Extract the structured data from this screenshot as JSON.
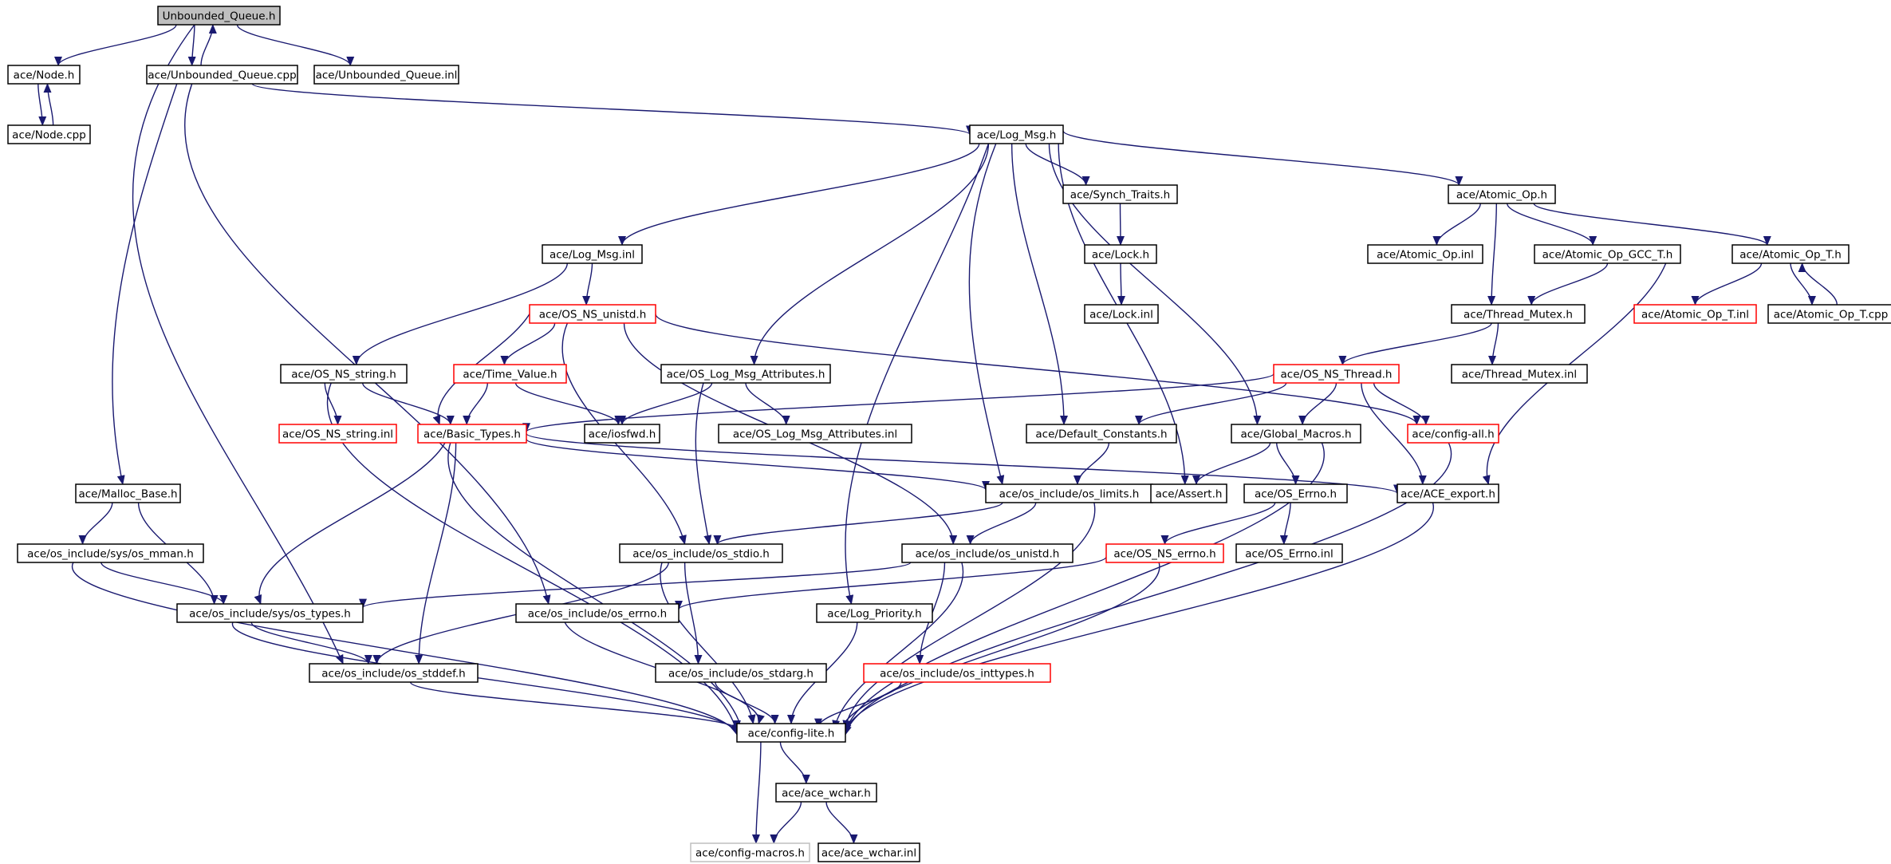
{
  "diagram": {
    "type": "include-dependency-graph",
    "colors": {
      "edge": "#191970",
      "border_normal": "#000000",
      "border_truncated": "#ff0000",
      "border_external": "#bfbfbf",
      "root_fill": "#bfbfbf",
      "text": "#000000"
    },
    "nodes": [
      {
        "id": "unbounded_queue_h",
        "label": "Unbounded_Queue.h",
        "style": "root"
      },
      {
        "id": "node_h",
        "label": "ace/Node.h",
        "style": "normal"
      },
      {
        "id": "unbounded_queue_cpp",
        "label": "ace/Unbounded_Queue.cpp",
        "style": "normal"
      },
      {
        "id": "unbounded_queue_inl",
        "label": "ace/Unbounded_Queue.inl",
        "style": "normal"
      },
      {
        "id": "node_cpp",
        "label": "ace/Node.cpp",
        "style": "normal"
      },
      {
        "id": "log_msg_h",
        "label": "ace/Log_Msg.h",
        "style": "normal"
      },
      {
        "id": "synch_traits_h",
        "label": "ace/Synch_Traits.h",
        "style": "normal"
      },
      {
        "id": "atomic_op_h",
        "label": "ace/Atomic_Op.h",
        "style": "normal"
      },
      {
        "id": "log_msg_inl",
        "label": "ace/Log_Msg.inl",
        "style": "normal"
      },
      {
        "id": "lock_h",
        "label": "ace/Lock.h",
        "style": "normal"
      },
      {
        "id": "atomic_op_inl",
        "label": "ace/Atomic_Op.inl",
        "style": "normal"
      },
      {
        "id": "atomic_op_gcc_t_h",
        "label": "ace/Atomic_Op_GCC_T.h",
        "style": "normal"
      },
      {
        "id": "atomic_op_t_h",
        "label": "ace/Atomic_Op_T.h",
        "style": "normal"
      },
      {
        "id": "os_ns_unistd_h",
        "label": "ace/OS_NS_unistd.h",
        "style": "truncated"
      },
      {
        "id": "lock_inl",
        "label": "ace/Lock.inl",
        "style": "normal"
      },
      {
        "id": "thread_mutex_h",
        "label": "ace/Thread_Mutex.h",
        "style": "normal"
      },
      {
        "id": "atomic_op_t_inl",
        "label": "ace/Atomic_Op_T.inl",
        "style": "truncated"
      },
      {
        "id": "atomic_op_t_cpp",
        "label": "ace/Atomic_Op_T.cpp",
        "style": "normal"
      },
      {
        "id": "os_ns_string_h",
        "label": "ace/OS_NS_string.h",
        "style": "normal"
      },
      {
        "id": "time_value_h",
        "label": "ace/Time_Value.h",
        "style": "truncated"
      },
      {
        "id": "os_log_msg_attributes_h",
        "label": "ace/OS_Log_Msg_Attributes.h",
        "style": "normal"
      },
      {
        "id": "os_ns_thread_h",
        "label": "ace/OS_NS_Thread.h",
        "style": "truncated"
      },
      {
        "id": "thread_mutex_inl",
        "label": "ace/Thread_Mutex.inl",
        "style": "normal"
      },
      {
        "id": "os_ns_string_inl",
        "label": "ace/OS_NS_string.inl",
        "style": "truncated"
      },
      {
        "id": "basic_types_h",
        "label": "ace/Basic_Types.h",
        "style": "truncated"
      },
      {
        "id": "iosfwd_h",
        "label": "ace/iosfwd.h",
        "style": "normal"
      },
      {
        "id": "os_log_msg_attributes_inl",
        "label": "ace/OS_Log_Msg_Attributes.inl",
        "style": "normal"
      },
      {
        "id": "default_constants_h",
        "label": "ace/Default_Constants.h",
        "style": "normal"
      },
      {
        "id": "global_macros_h",
        "label": "ace/Global_Macros.h",
        "style": "normal"
      },
      {
        "id": "config_all_h",
        "label": "ace/config-all.h",
        "style": "truncated"
      },
      {
        "id": "malloc_base_h",
        "label": "ace/Malloc_Base.h",
        "style": "normal"
      },
      {
        "id": "os_limits_h",
        "label": "ace/os_include/os_limits.h",
        "style": "normal"
      },
      {
        "id": "assert_h",
        "label": "ace/Assert.h",
        "style": "normal"
      },
      {
        "id": "os_errno_h",
        "label": "ace/OS_Errno.h",
        "style": "normal"
      },
      {
        "id": "ace_export_h",
        "label": "ace/ACE_export.h",
        "style": "normal"
      },
      {
        "id": "os_mman_h",
        "label": "ace/os_include/sys/os_mman.h",
        "style": "normal"
      },
      {
        "id": "os_stdio_h",
        "label": "ace/os_include/os_stdio.h",
        "style": "normal"
      },
      {
        "id": "os_unistd_h",
        "label": "ace/os_include/os_unistd.h",
        "style": "normal"
      },
      {
        "id": "os_ns_errno_h",
        "label": "ace/OS_NS_errno.h",
        "style": "truncated"
      },
      {
        "id": "os_errno_inl",
        "label": "ace/OS_Errno.inl",
        "style": "normal"
      },
      {
        "id": "os_types_h",
        "label": "ace/os_include/sys/os_types.h",
        "style": "normal"
      },
      {
        "id": "os_include_os_errno_h",
        "label": "ace/os_include/os_errno.h",
        "style": "normal"
      },
      {
        "id": "log_priority_h",
        "label": "ace/Log_Priority.h",
        "style": "normal"
      },
      {
        "id": "os_stddef_h",
        "label": "ace/os_include/os_stddef.h",
        "style": "normal"
      },
      {
        "id": "os_stdarg_h",
        "label": "ace/os_include/os_stdarg.h",
        "style": "normal"
      },
      {
        "id": "os_inttypes_h",
        "label": "ace/os_include/os_inttypes.h",
        "style": "truncated"
      },
      {
        "id": "config_lite_h",
        "label": "ace/config-lite.h",
        "style": "normal"
      },
      {
        "id": "ace_wchar_h",
        "label": "ace/ace_wchar.h",
        "style": "normal"
      },
      {
        "id": "config_macros_h",
        "label": "ace/config-macros.h",
        "style": "external"
      },
      {
        "id": "ace_wchar_inl",
        "label": "ace/ace_wchar.inl",
        "style": "normal"
      }
    ],
    "edges": [
      [
        "unbounded_queue_h",
        "node_h"
      ],
      [
        "unbounded_queue_h",
        "unbounded_queue_cpp"
      ],
      [
        "unbounded_queue_h",
        "unbounded_queue_inl"
      ],
      [
        "unbounded_queue_h",
        "os_stddef_h"
      ],
      [
        "node_h",
        "node_cpp"
      ],
      [
        "node_cpp",
        "node_h"
      ],
      [
        "unbounded_queue_cpp",
        "unbounded_queue_h"
      ],
      [
        "unbounded_queue_cpp",
        "malloc_base_h"
      ],
      [
        "unbounded_queue_cpp",
        "log_msg_h"
      ],
      [
        "unbounded_queue_cpp",
        "os_include_os_errno_h"
      ],
      [
        "log_msg_h",
        "log_msg_inl"
      ],
      [
        "log_msg_h",
        "synch_traits_h"
      ],
      [
        "log_msg_h",
        "atomic_op_h"
      ],
      [
        "log_msg_h",
        "os_log_msg_attributes_h"
      ],
      [
        "log_msg_h",
        "default_constants_h"
      ],
      [
        "log_msg_h",
        "global_macros_h"
      ],
      [
        "log_msg_h",
        "os_limits_h"
      ],
      [
        "log_msg_h",
        "assert_h"
      ],
      [
        "log_msg_h",
        "log_priority_h"
      ],
      [
        "synch_traits_h",
        "lock_h"
      ],
      [
        "lock_h",
        "lock_inl"
      ],
      [
        "atomic_op_h",
        "atomic_op_inl"
      ],
      [
        "atomic_op_h",
        "atomic_op_gcc_t_h"
      ],
      [
        "atomic_op_h",
        "atomic_op_t_h"
      ],
      [
        "atomic_op_h",
        "thread_mutex_h"
      ],
      [
        "atomic_op_gcc_t_h",
        "thread_mutex_h"
      ],
      [
        "atomic_op_gcc_t_h",
        "ace_export_h"
      ],
      [
        "atomic_op_t_h",
        "atomic_op_t_inl"
      ],
      [
        "atomic_op_t_h",
        "atomic_op_t_cpp"
      ],
      [
        "atomic_op_t_cpp",
        "atomic_op_t_h"
      ],
      [
        "thread_mutex_h",
        "thread_mutex_inl"
      ],
      [
        "thread_mutex_h",
        "os_ns_thread_h"
      ],
      [
        "log_msg_inl",
        "os_ns_unistd_h"
      ],
      [
        "log_msg_inl",
        "os_ns_string_h"
      ],
      [
        "os_ns_unistd_h",
        "time_value_h"
      ],
      [
        "os_ns_unistd_h",
        "basic_types_h"
      ],
      [
        "os_ns_unistd_h",
        "config_all_h"
      ],
      [
        "os_ns_unistd_h",
        "os_stdio_h"
      ],
      [
        "os_ns_unistd_h",
        "os_unistd_h"
      ],
      [
        "time_value_h",
        "basic_types_h"
      ],
      [
        "time_value_h",
        "iosfwd_h"
      ],
      [
        "os_ns_string_h",
        "os_ns_string_inl"
      ],
      [
        "os_ns_string_h",
        "basic_types_h"
      ],
      [
        "os_ns_string_h",
        "config_lite_h"
      ],
      [
        "os_log_msg_attributes_h",
        "iosfwd_h"
      ],
      [
        "os_log_msg_attributes_h",
        "os_log_msg_attributes_inl"
      ],
      [
        "os_log_msg_attributes_h",
        "os_stdio_h"
      ],
      [
        "os_ns_thread_h",
        "basic_types_h"
      ],
      [
        "os_ns_thread_h",
        "default_constants_h"
      ],
      [
        "os_ns_thread_h",
        "global_macros_h"
      ],
      [
        "os_ns_thread_h",
        "config_all_h"
      ],
      [
        "os_ns_thread_h",
        "ace_export_h"
      ],
      [
        "basic_types_h",
        "os_limits_h"
      ],
      [
        "basic_types_h",
        "ace_export_h"
      ],
      [
        "basic_types_h",
        "os_types_h"
      ],
      [
        "basic_types_h",
        "os_stddef_h"
      ],
      [
        "basic_types_h",
        "config_lite_h"
      ],
      [
        "default_constants_h",
        "os_limits_h"
      ],
      [
        "global_macros_h",
        "assert_h"
      ],
      [
        "global_macros_h",
        "os_errno_h"
      ],
      [
        "global_macros_h",
        "config_lite_h"
      ],
      [
        "config_all_h",
        "config_lite_h"
      ],
      [
        "malloc_base_h",
        "os_mman_h"
      ],
      [
        "malloc_base_h",
        "os_types_h"
      ],
      [
        "os_limits_h",
        "os_stdio_h"
      ],
      [
        "os_limits_h",
        "os_unistd_h"
      ],
      [
        "os_limits_h",
        "config_lite_h"
      ],
      [
        "os_errno_h",
        "os_ns_errno_h"
      ],
      [
        "os_errno_h",
        "os_errno_inl"
      ],
      [
        "ace_export_h",
        "config_lite_h"
      ],
      [
        "os_mman_h",
        "os_types_h"
      ],
      [
        "os_mman_h",
        "config_lite_h"
      ],
      [
        "os_stdio_h",
        "os_stddef_h"
      ],
      [
        "os_stdio_h",
        "os_stdarg_h"
      ],
      [
        "os_stdio_h",
        "config_lite_h"
      ],
      [
        "os_unistd_h",
        "os_types_h"
      ],
      [
        "os_unistd_h",
        "os_inttypes_h"
      ],
      [
        "os_unistd_h",
        "config_lite_h"
      ],
      [
        "os_ns_errno_h",
        "os_include_os_errno_h"
      ],
      [
        "os_ns_errno_h",
        "config_lite_h"
      ],
      [
        "os_types_h",
        "os_stddef_h"
      ],
      [
        "os_types_h",
        "config_lite_h"
      ],
      [
        "os_include_os_errno_h",
        "config_lite_h"
      ],
      [
        "log_priority_h",
        "config_lite_h"
      ],
      [
        "os_stddef_h",
        "config_lite_h"
      ],
      [
        "os_stdarg_h",
        "config_lite_h"
      ],
      [
        "os_inttypes_h",
        "config_lite_h"
      ],
      [
        "config_lite_h",
        "ace_wchar_h"
      ],
      [
        "config_lite_h",
        "config_macros_h"
      ],
      [
        "ace_wchar_h",
        "config_macros_h"
      ],
      [
        "ace_wchar_h",
        "ace_wchar_inl"
      ]
    ]
  }
}
